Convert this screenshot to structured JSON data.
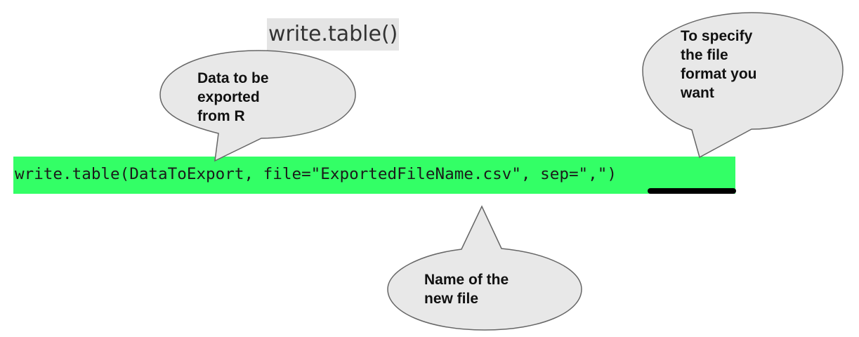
{
  "title": "write.table()",
  "code": {
    "text": "write.table(DataToExport, file=\"ExportedFileName.csv\", sep=\",\")",
    "highlight_color": "#33ff66"
  },
  "callouts": {
    "data": {
      "lines": [
        "Data to be",
        "exported",
        "from R"
      ]
    },
    "format": {
      "lines": [
        "To specify",
        "the file",
        "format you",
        "want"
      ]
    },
    "file": {
      "lines": [
        "Name of the",
        "new file"
      ]
    }
  },
  "colors": {
    "bubble_fill": "#e8e8e8",
    "bubble_stroke": "#666666",
    "underline": "#000000"
  }
}
